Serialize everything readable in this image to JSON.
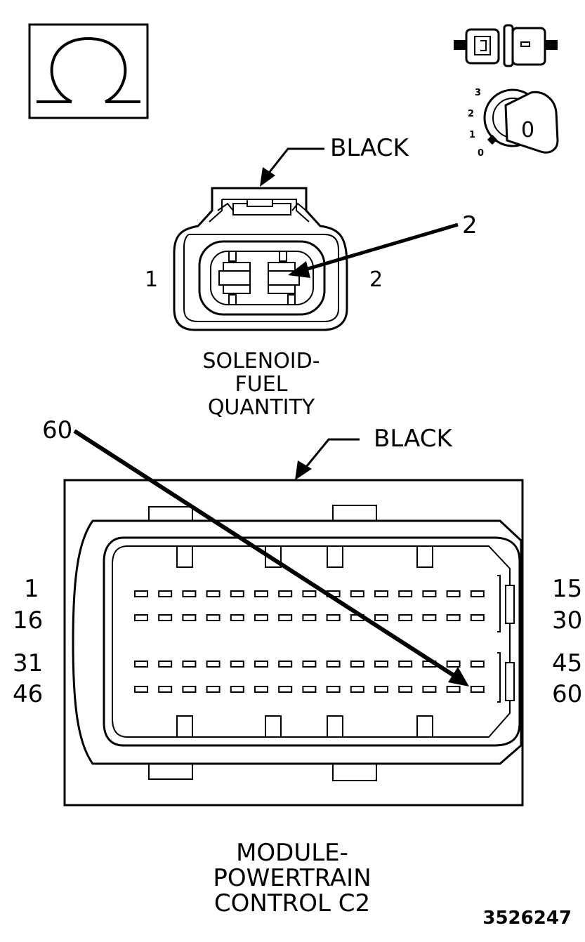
{
  "solenoid_connector": {
    "color_label": "BLACK",
    "callout": "2",
    "pin_left": "1",
    "pin_right": "2",
    "name_line1": "SOLENOID-",
    "name_line2": "FUEL",
    "name_line3": "QUANTITY"
  },
  "pcm_connector": {
    "color_label": "BLACK",
    "callout": "60",
    "row_labels_left": [
      "1",
      "16",
      "31",
      "46"
    ],
    "row_labels_right": [
      "15",
      "30",
      "45",
      "60"
    ],
    "pins_per_row": 15,
    "name_line1": "MODULE-",
    "name_line2": "POWERTRAIN",
    "name_line3": "CONTROL C2"
  },
  "key_switch": {
    "positions": [
      "3",
      "2",
      "1",
      "0"
    ],
    "key_symbol": "0"
  },
  "icons": {
    "omega_box": "ohm-meter-icon",
    "connector_pair": "disconnected-connector-icon",
    "ignition_key": "ignition-key-off-icon"
  },
  "figure_id": "3526247"
}
